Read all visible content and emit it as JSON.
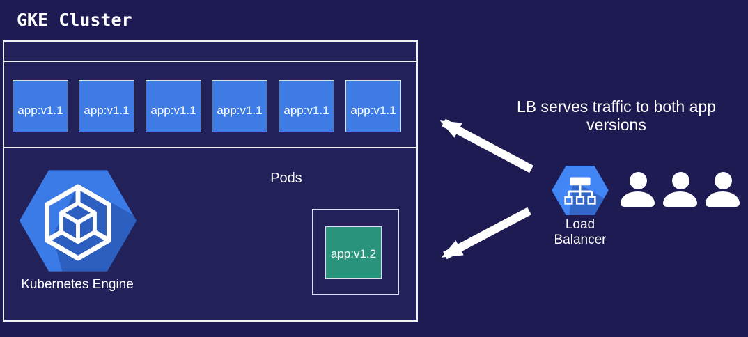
{
  "title": "GKE Cluster",
  "cluster": {
    "pods": [
      "app:v1.1",
      "app:v1.1",
      "app:v1.1",
      "app:v1.1",
      "app:v1.1",
      "app:v1.1"
    ],
    "pods_label": "Pods",
    "new_pod_label": "app:v1.2",
    "engine_label": "Kubernetes Engine"
  },
  "load_balancer": {
    "label": "Load Balancer"
  },
  "annotation": "LB serves traffic to both app versions",
  "users": {
    "count": 3
  },
  "icons": {
    "kubernetes_engine": "gke-hexagon-cube-icon",
    "load_balancer": "load-balancer-hexagon-icon",
    "user": "user-icon",
    "arrows": "left-arrow-icon"
  },
  "colors": {
    "background": "#1E1A52",
    "box_fill": "#232159",
    "outline": "#F0F0F5",
    "pod_border": "#E0E0EC",
    "pod_blue": "#3E7BE4",
    "pod_green": "#29947B",
    "lb_hex_blue": "#4285F4",
    "gke_hex_blue": "#3B7BE8",
    "hex_shadow": "#16337D",
    "white": "#FFFFFF",
    "text": "#FFFFFF"
  }
}
